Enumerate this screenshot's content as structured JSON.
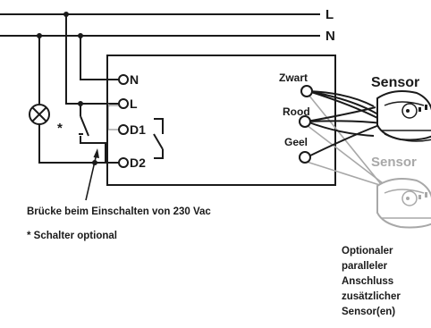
{
  "rails": {
    "live": "L",
    "neutral": "N"
  },
  "terminals": {
    "n": "N",
    "l": "L",
    "d1": "D1",
    "d2": "D2"
  },
  "switch_marker": "*",
  "sensor_terminals": {
    "black": "Zwart",
    "red": "Rood",
    "yellow": "Geel"
  },
  "sensors": {
    "primary": "Sensor",
    "optional": "Sensor"
  },
  "notes": {
    "bridge": "Brücke beim Einschalten von 230 Vac",
    "switch_optional": "* Schalter optional",
    "parallel": [
      "Optionaler",
      "paralleler",
      "Anschluss",
      "zusätzlicher",
      "Sensor(en)"
    ]
  },
  "colors": {
    "wire": "#1a1a1a",
    "optional_wire": "#a8a8a8"
  }
}
